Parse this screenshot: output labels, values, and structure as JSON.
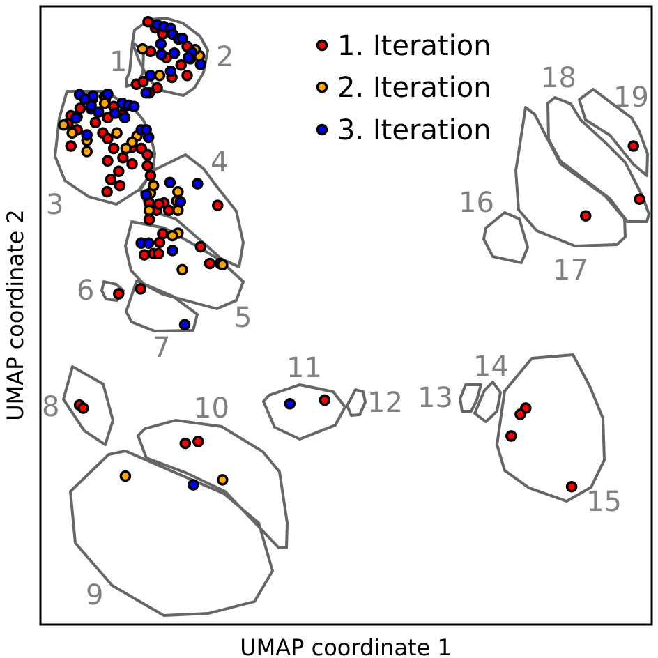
{
  "chart_data": {
    "type": "scatter",
    "xlabel": "UMAP coordinate 1",
    "ylabel": "UMAP coordinate 2",
    "xlim": [
      0,
      100
    ],
    "ylim": [
      0,
      100
    ],
    "grid": false,
    "ticks": false,
    "legend_position": "top-center",
    "colors": {
      "iter1": "#ff0000",
      "iter2": "#ffa500",
      "iter3": "#0000ff",
      "hull": "#666666",
      "cluster_label": "#808080"
    },
    "series": [
      {
        "name": "1. Iteration",
        "color": "#ff0000",
        "points": [
          [
            17.6,
            97.5
          ],
          [
            18.8,
            96.5
          ],
          [
            20.0,
            95.5
          ],
          [
            24.0,
            93.5
          ],
          [
            22.8,
            94.8
          ],
          [
            25.2,
            92.5
          ],
          [
            18.0,
            92.7
          ],
          [
            20.6,
            91.7
          ],
          [
            23.0,
            90.5
          ],
          [
            21.5,
            88.5
          ],
          [
            24.0,
            88.8
          ],
          [
            15.7,
            87.4
          ],
          [
            16.8,
            87.8
          ],
          [
            17.8,
            86.0
          ],
          [
            19.1,
            86.8
          ],
          [
            10.5,
            85.4
          ],
          [
            8.5,
            85.0
          ],
          [
            6.5,
            83.5
          ],
          [
            5.0,
            82.3
          ],
          [
            12.0,
            83.8
          ],
          [
            11.0,
            82.0
          ],
          [
            13.5,
            82.5
          ],
          [
            4.5,
            81.0
          ],
          [
            6.0,
            80.0
          ],
          [
            9.0,
            81.2
          ],
          [
            10.2,
            79.5
          ],
          [
            5.0,
            77.4
          ],
          [
            11.0,
            78.6
          ],
          [
            12.0,
            77.0
          ],
          [
            13.5,
            75.5
          ],
          [
            15.0,
            77.2
          ],
          [
            16.5,
            77.0
          ],
          [
            17.5,
            76.0
          ],
          [
            11.0,
            75.0
          ],
          [
            12.8,
            73.3
          ],
          [
            15.0,
            74.5
          ],
          [
            17.5,
            74.2
          ],
          [
            11.5,
            72.0
          ],
          [
            13.0,
            71.0
          ],
          [
            18.0,
            72.6
          ],
          [
            10.9,
            70.0
          ],
          [
            17.5,
            69.5
          ],
          [
            17.8,
            68.2
          ],
          [
            19.0,
            67.0
          ],
          [
            20.2,
            68.2
          ],
          [
            17.8,
            65.5
          ],
          [
            19.4,
            68.0
          ],
          [
            21.0,
            67.0
          ],
          [
            29.0,
            67.8
          ],
          [
            20.0,
            63.2
          ],
          [
            19.5,
            61.8
          ],
          [
            18.5,
            60.0
          ],
          [
            17.0,
            59.8
          ],
          [
            16.5,
            61.7
          ],
          [
            19.3,
            60.0
          ],
          [
            26.2,
            61.1
          ],
          [
            27.7,
            58.4
          ],
          [
            16.4,
            54.3
          ],
          [
            12.8,
            53.5
          ],
          [
            6.4,
            35.5
          ],
          [
            7.0,
            35.0
          ],
          [
            23.7,
            29.3
          ],
          [
            25.8,
            29.6
          ],
          [
            46.5,
            36.3
          ],
          [
            79.4,
            35.0
          ],
          [
            78.5,
            34.0
          ],
          [
            77.0,
            30.5
          ],
          [
            86.9,
            22.3
          ],
          [
            89.2,
            66.1
          ],
          [
            97.0,
            77.4
          ],
          [
            98.0,
            68.8
          ]
        ]
      },
      {
        "name": "2. Iteration",
        "color": "#ffa500",
        "points": [
          [
            16.7,
            93.1
          ],
          [
            26.0,
            92.0
          ],
          [
            25.3,
            93.0
          ],
          [
            24.5,
            91.5
          ],
          [
            19.5,
            88.8
          ],
          [
            10.6,
            85.0
          ],
          [
            10.5,
            84.3
          ],
          [
            3.8,
            80.8
          ],
          [
            5.2,
            79.5
          ],
          [
            7.6,
            78.3
          ],
          [
            12.5,
            79.5
          ],
          [
            15.8,
            79.0
          ],
          [
            15.0,
            78.0
          ],
          [
            14.0,
            77.0
          ],
          [
            7.6,
            76.5
          ],
          [
            18.0,
            69.8
          ],
          [
            18.5,
            71.0
          ],
          [
            22.5,
            70.0
          ],
          [
            22.3,
            68.5
          ],
          [
            22.5,
            67.0
          ],
          [
            17.8,
            67.0
          ],
          [
            22.5,
            63.3
          ],
          [
            21.6,
            62.9
          ],
          [
            29.4,
            58.4
          ],
          [
            29.8,
            58.2
          ],
          [
            23.2,
            57.4
          ],
          [
            13.9,
            24.0
          ],
          [
            29.8,
            23.4
          ]
        ]
      },
      {
        "name": "3. Iteration",
        "color": "#0000ff",
        "points": [
          [
            19.1,
            97.0
          ],
          [
            20.2,
            96.7
          ],
          [
            21.3,
            96.4
          ],
          [
            21.6,
            95.5
          ],
          [
            22.6,
            94.7
          ],
          [
            23.2,
            94.8
          ],
          [
            19.7,
            93.9
          ],
          [
            21.9,
            92.4
          ],
          [
            24.8,
            92.5
          ],
          [
            19.8,
            92.2
          ],
          [
            24.2,
            91.7
          ],
          [
            26.2,
            90.6
          ],
          [
            18.0,
            88.8
          ],
          [
            21.3,
            89.5
          ],
          [
            17.3,
            86.0
          ],
          [
            6.4,
            85.7
          ],
          [
            7.3,
            85.0
          ],
          [
            8.6,
            85.5
          ],
          [
            11.0,
            85.8
          ],
          [
            13.4,
            84.3
          ],
          [
            14.4,
            84.0
          ],
          [
            8.3,
            83.4
          ],
          [
            6.0,
            82.1
          ],
          [
            5.8,
            81.9
          ],
          [
            9.5,
            82.9
          ],
          [
            12.2,
            82.7
          ],
          [
            13.8,
            82.0
          ],
          [
            15.3,
            83.8
          ],
          [
            16.5,
            80.0
          ],
          [
            7.6,
            79.2
          ],
          [
            17.7,
            78.8
          ],
          [
            17.3,
            80.0
          ],
          [
            21.2,
            71.5
          ],
          [
            25.7,
            71.3
          ],
          [
            17.3,
            69.5
          ],
          [
            22.9,
            68.4
          ],
          [
            16.5,
            61.7
          ],
          [
            17.7,
            61.7
          ],
          [
            21.6,
            60.5
          ],
          [
            23.6,
            48.5
          ],
          [
            8.3,
            83.9
          ],
          [
            40.8,
            35.7
          ],
          [
            25.0,
            22.6
          ]
        ]
      }
    ],
    "clusters": [
      {
        "label": "1"
      },
      {
        "label": "2"
      },
      {
        "label": "3"
      },
      {
        "label": "4"
      },
      {
        "label": "5"
      },
      {
        "label": "6"
      },
      {
        "label": "7"
      },
      {
        "label": "8"
      },
      {
        "label": "9"
      },
      {
        "label": "10"
      },
      {
        "label": "11"
      },
      {
        "label": "12"
      },
      {
        "label": "13"
      },
      {
        "label": "14"
      },
      {
        "label": "15"
      },
      {
        "label": "16"
      },
      {
        "label": "17"
      },
      {
        "label": "18"
      },
      {
        "label": "19"
      }
    ]
  }
}
